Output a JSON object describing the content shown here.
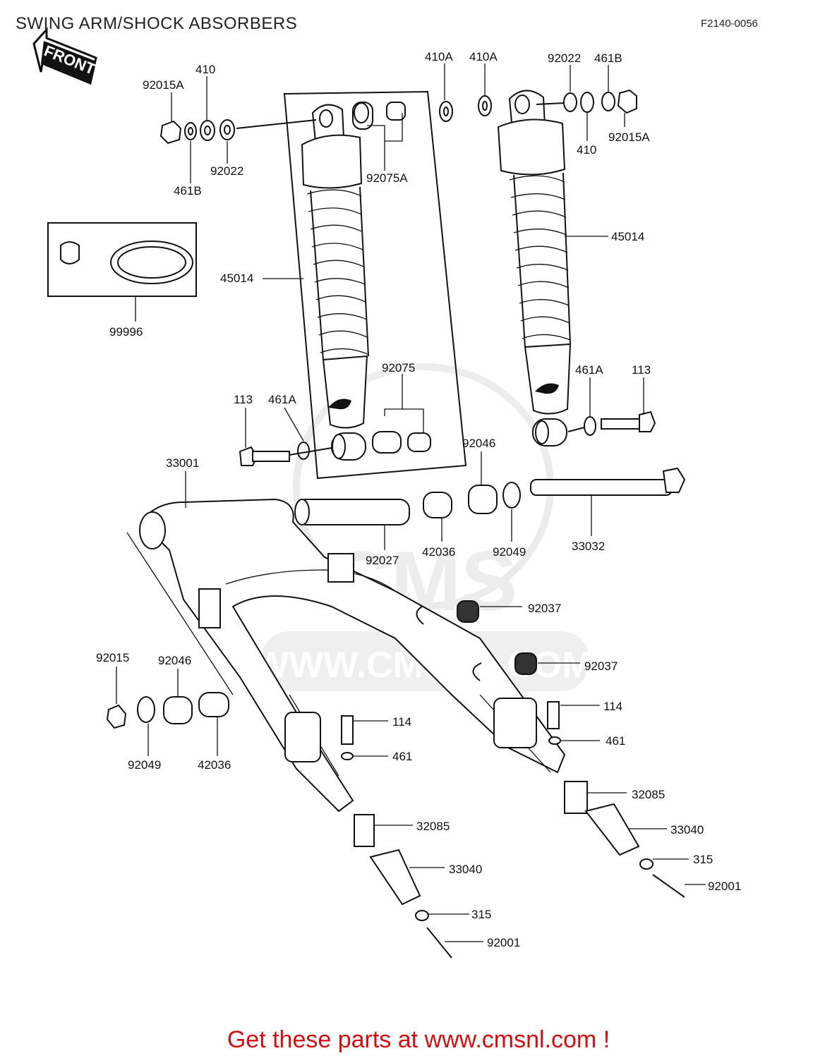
{
  "header": {
    "title": "SWING ARM/SHOCK ABSORBERS",
    "figure_code": "F2140-0056"
  },
  "orientation": {
    "front_label": "FRONT"
  },
  "watermark": {
    "text": "WWW.CMSNL.COM",
    "logo_text": "CMS"
  },
  "callouts": {
    "p92015A_l": "92015A",
    "p410_l": "410",
    "p92022_l": "92022",
    "p461B_l": "461B",
    "p92075A": "92075A",
    "p410A_a": "410A",
    "p410A_b": "410A",
    "p92022_r": "92022",
    "p461B_r": "461B",
    "p410_r": "410",
    "p92015A_r": "92015A",
    "p99996": "99996",
    "p45014_l": "45014",
    "p45014_r": "45014",
    "p92075": "92075",
    "p461A_r": "461A",
    "p113_r": "113",
    "p113_l": "113",
    "p461A_l": "461A",
    "p33001": "33001",
    "p92046_t": "92046",
    "p92027": "92027",
    "p42036_t": "42036",
    "p92049_t": "92049",
    "p33032": "33032",
    "p92037_a": "92037",
    "p92037_b": "92037",
    "p92015": "92015",
    "p92046_l": "92046",
    "p92049_l": "92049",
    "p42036_l": "42036",
    "p114_r": "114",
    "p461_r": "461",
    "p114_l": "114",
    "p461_l": "461",
    "p32085_r": "32085",
    "p33040_r": "33040",
    "p315_r": "315",
    "p92001_r": "92001",
    "p32085_l": "32085",
    "p33040_l": "33040",
    "p315_l": "315",
    "p92001_l": "92001"
  },
  "footer": {
    "link_text": "Get these parts at www.cmsnl.com !"
  },
  "colors": {
    "line": "#111111",
    "footer": "#d01010",
    "watermark": "#dcdcdc"
  }
}
